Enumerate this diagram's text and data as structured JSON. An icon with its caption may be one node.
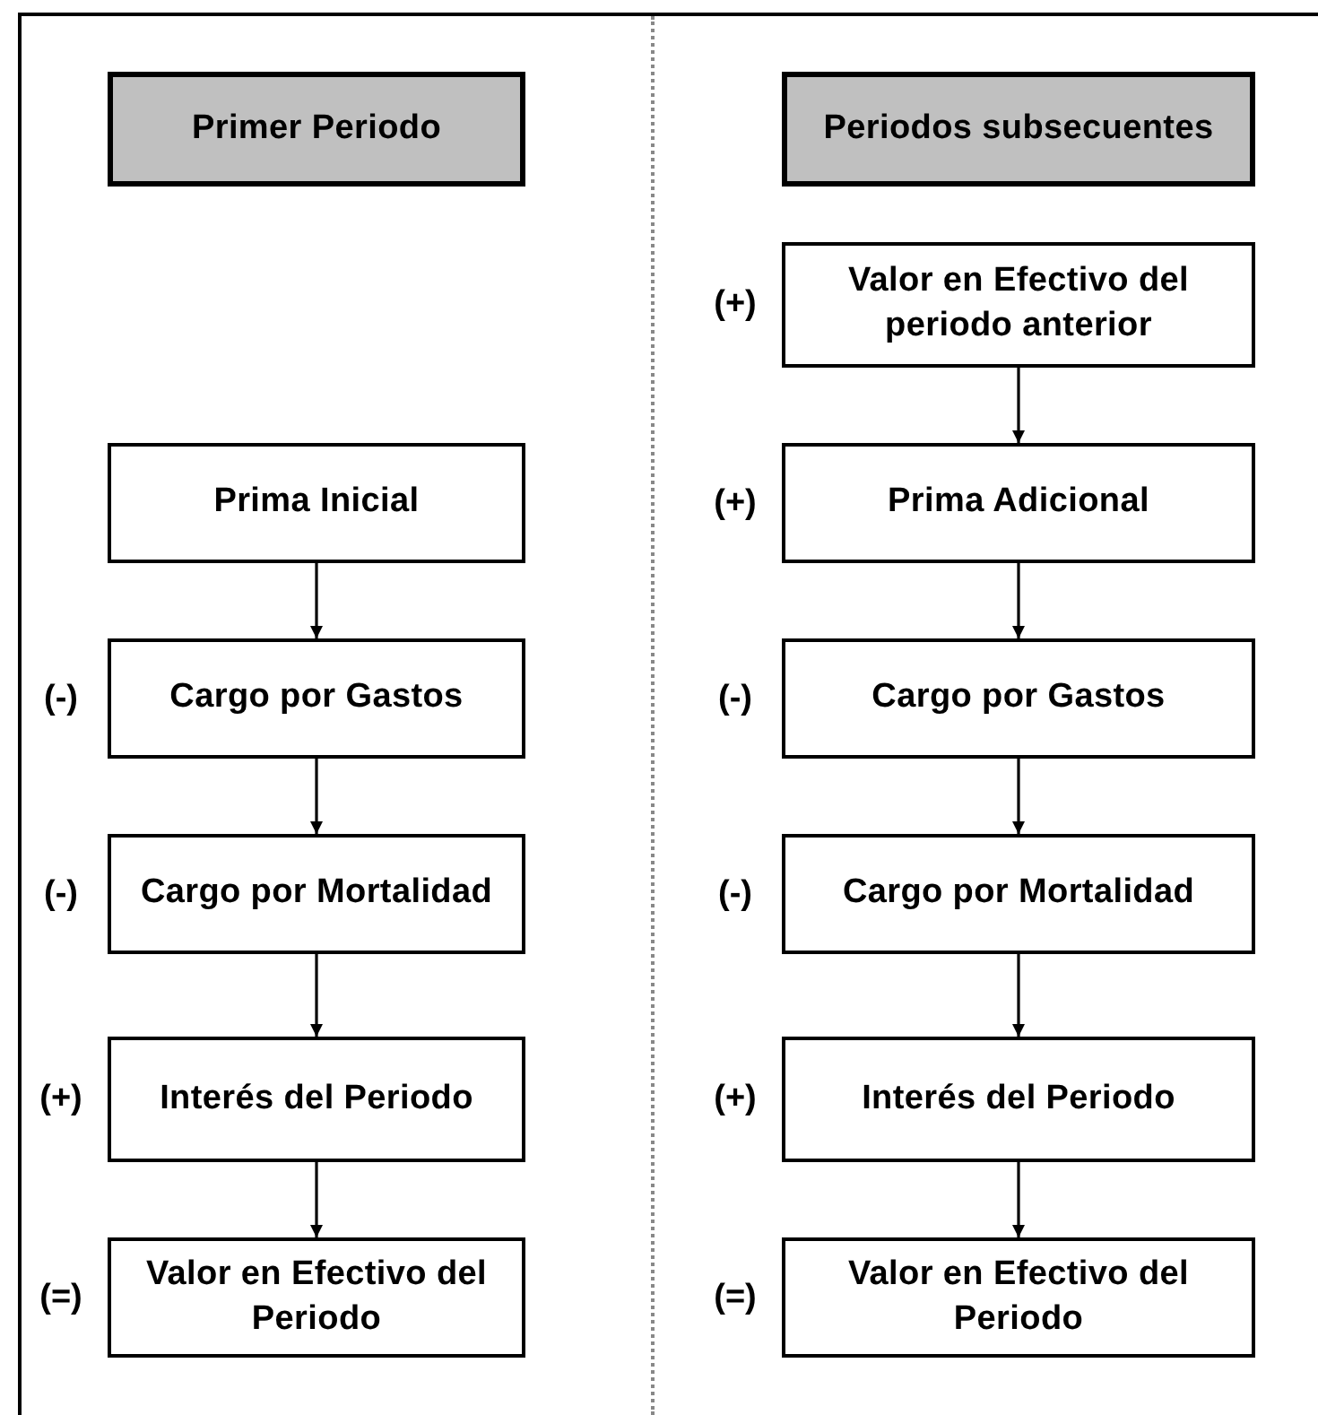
{
  "diagram": {
    "nodes": [
      {
        "text": [
          "Primer Periodo"
        ]
      },
      {
        "text": [
          "Prima Inicial"
        ]
      },
      {
        "text": [
          "Cargo por Gastos"
        ],
        "beside": [
          "(-)"
        ]
      },
      {
        "text": [
          "Cargo por Mortalidad"
        ],
        "beside": [
          "(-)"
        ]
      },
      {
        "text": [
          "Interés del Periodo"
        ],
        "beside": [
          "(+)"
        ]
      },
      {
        "text": [
          "Valor en Efectivo del Periodo"
        ],
        "beside": [
          "(=)"
        ]
      },
      {
        "text": [
          "Periodos subsecuentes"
        ]
      },
      {
        "text": [
          "Valor en Efectivo del periodo anterior"
        ],
        "beside": [
          "(+)"
        ]
      },
      {
        "text": [
          "Prima Adicional"
        ],
        "beside": [
          "(+)"
        ]
      },
      {
        "text": [
          "Cargo por Gastos"
        ],
        "beside": [
          "(-)"
        ]
      },
      {
        "text": [
          "Cargo por Mortalidad"
        ],
        "beside": [
          "(-)"
        ]
      },
      {
        "text": [
          "Interés del Periodo"
        ],
        "beside": [
          "(+)"
        ]
      },
      {
        "text": [
          "Valor en Efectivo del Periodo"
        ],
        "beside": [
          "(=)"
        ]
      }
    ],
    "edges": [
      {
        "from": 1,
        "to": 2,
        "arrow": "to"
      },
      {
        "from": 2,
        "to": 3,
        "arrow": "to"
      },
      {
        "from": 3,
        "to": 4,
        "arrow": "to"
      },
      {
        "from": 4,
        "to": 5,
        "arrow": "to"
      },
      {
        "from": 7,
        "to": 8,
        "arrow": "to"
      },
      {
        "from": 8,
        "to": 9,
        "arrow": "to"
      },
      {
        "from": 9,
        "to": 10,
        "arrow": "to"
      },
      {
        "from": 10,
        "to": 11,
        "arrow": "to"
      },
      {
        "from": 11,
        "to": 12,
        "arrow": "to"
      }
    ]
  }
}
